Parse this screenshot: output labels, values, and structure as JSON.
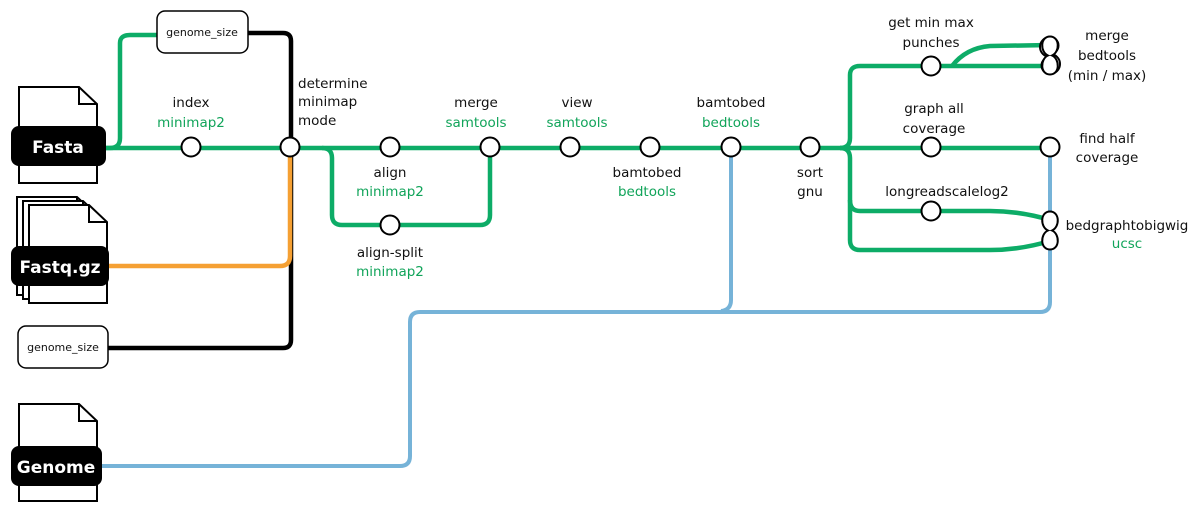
{
  "colors": {
    "fasta_line": "#0dac67",
    "fastq_line": "#f5a033",
    "genome_size_line": "#000000",
    "genome_line": "#76b3d8",
    "tool_text": "#11a45a",
    "node_fill": "#ffffff",
    "node_stroke": "#000000",
    "label_box": "#000000"
  },
  "inputs": {
    "fasta": "Fasta",
    "fastq": "Fastq.gz",
    "genome": "Genome",
    "genome_size_top": "genome_size",
    "genome_size_bottom": "genome_size"
  },
  "steps": {
    "index": {
      "name": "index",
      "tool": "minimap2"
    },
    "determine": {
      "line1": "determine",
      "line2": "minimap",
      "line3": "mode"
    },
    "align": {
      "name": "align",
      "tool": "minimap2"
    },
    "align_split": {
      "name": "align-split",
      "tool": "minimap2"
    },
    "merge": {
      "name": "merge",
      "tool": "samtools"
    },
    "view": {
      "name": "view",
      "tool": "samtools"
    },
    "bamtobed1": {
      "name": "bamtobed",
      "tool": "bedtools"
    },
    "bamtobed2": {
      "name": "bamtobed",
      "tool": "bedtools"
    },
    "sort": {
      "name": "sort",
      "tool": "gnu"
    },
    "minmax": {
      "line1": "get min max",
      "line2": "punches"
    },
    "merge_bedtools": {
      "line1": "merge",
      "line2": "bedtools",
      "line3": "(min / max)"
    },
    "graph": {
      "line1": "graph all",
      "line2": "coverage"
    },
    "half": {
      "line1": "find half",
      "line2": "coverage"
    },
    "longread": {
      "name": "longreadscalelog2"
    },
    "bigwig": {
      "name": "bedgraphtobigwig",
      "tool": "ucsc"
    }
  }
}
